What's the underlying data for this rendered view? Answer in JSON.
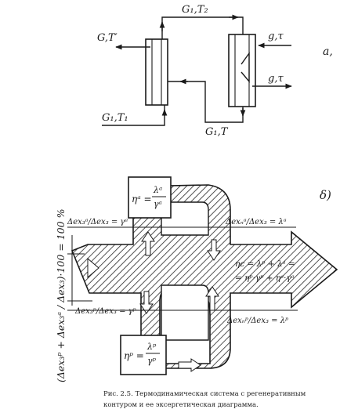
{
  "labels_a": {
    "tag": "а,",
    "top_flow": "G₁,T₂",
    "left_out": "G,T′",
    "right_in": "g,τ",
    "right_out": "g,τ",
    "bottom_in": "G₁,T₁",
    "bottom_mid": "G₁,T"
  },
  "labels_b": {
    "tag": "δ)",
    "ratio_top_left": "Δex₃ᵃ/Δex₃ = γᵃ",
    "ratio_top_right": "Δexₙᵃ/Δex₃ = λᵃ",
    "ratio_bot_left": "Δex₃ᵖ/Δex₃ = γᵖ",
    "ratio_bot_right": "Δexₙᵖ/Δex₃ = λᵖ",
    "eta_a_sym": "ηᵃ =",
    "eta_a_num": "λᵃ",
    "eta_a_den": "γᵃ",
    "eta_p_sym": "ηᵖ =",
    "eta_p_num": "λᵖ",
    "eta_p_den": "γᵖ",
    "eta_total_1": "ηc = λᵖ + λᵃ =",
    "eta_total_2": "= ηᵖ·γᵖ + ηᵃ·γᵃ",
    "vertical_formula": "(Δex₃ᵖ + Δex₃ᵃ / Δex₃)·100 = 100 %"
  },
  "caption": {
    "line1": "Рис. 2.5. Термодинамическая  система с регенеративным",
    "line2": "контуром и ее эксергетическая диаграмма."
  }
}
